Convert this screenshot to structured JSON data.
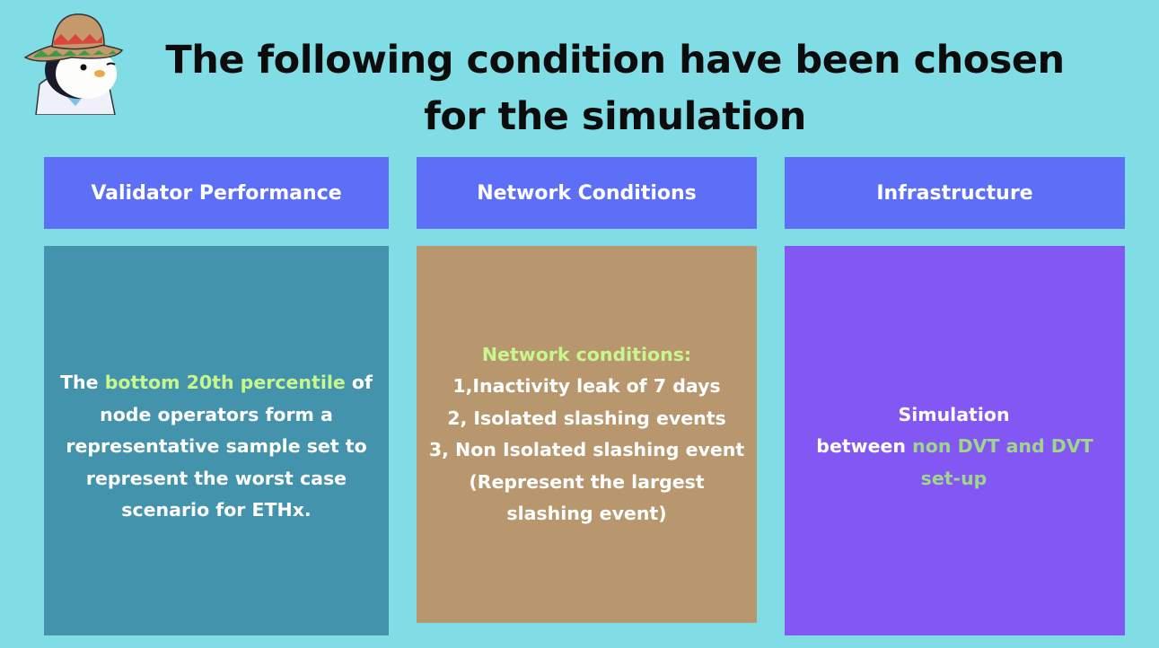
{
  "title": {
    "lines": [
      "The following condition have been chosen",
      "for the simulation"
    ]
  },
  "colors": {
    "background": "#80dce5",
    "header": "#5d6ff6",
    "card1": "#4393ad",
    "card2": "#b8976f",
    "card3": "#8357f3",
    "highlight": "#c8f78e"
  },
  "mascot": {
    "icon": "penguin-sombrero-mascot"
  },
  "columns": [
    {
      "header": "Validator Performance",
      "lines": [
        {
          "pre": "The ",
          "hl": "bottom 20th percentile",
          "post": " of"
        },
        {
          "pre": "node operators form a"
        },
        {
          "pre": "representative sample set to"
        },
        {
          "pre": "represent the worst case"
        },
        {
          "pre": "scenario for ETHx."
        }
      ]
    },
    {
      "header": "Network Conditions",
      "heading": "Network conditions:",
      "lines": [
        "1,Inactivity leak of 7 days",
        "2, Isolated slashing events",
        "3, Non Isolated slashing event",
        "(Represent the largest",
        "slashing event)"
      ]
    },
    {
      "header": "Infrastructure",
      "lines": [
        {
          "pre": "Simulation"
        },
        {
          "pre": "between ",
          "hl": "non DVT and DVT"
        },
        {
          "hl": "set-up"
        }
      ]
    }
  ]
}
